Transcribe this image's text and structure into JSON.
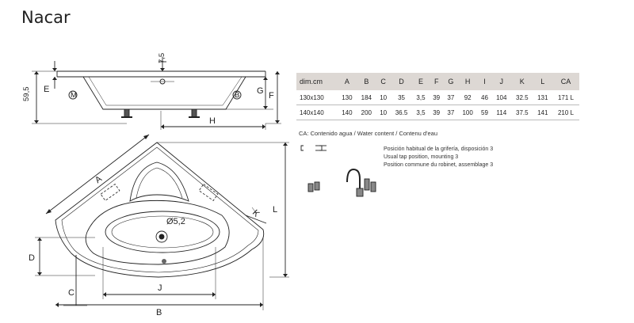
{
  "title": "Nacar",
  "side_view": {
    "dim_7_5": "7,5",
    "dim_59_5": "59,5",
    "label_E": "E",
    "label_G": "G",
    "label_F": "F",
    "label_H": "H",
    "marker_M": "M",
    "marker_B": "B"
  },
  "top_view": {
    "label_A": "A",
    "label_K": "K",
    "label_L": "L",
    "label_D": "D",
    "label_C": "C",
    "label_J": "J",
    "label_B": "B",
    "drain_dia": "Ø5,2"
  },
  "table": {
    "headers": [
      "dim.cm",
      "A",
      "B",
      "C",
      "D",
      "E",
      "F",
      "G",
      "H",
      "I",
      "J",
      "K",
      "L",
      "CA"
    ],
    "rows": [
      [
        "130x130",
        "130",
        "184",
        "10",
        "35",
        "3,5",
        "39",
        "37",
        "92",
        "46",
        "104",
        "32.5",
        "131",
        "171 L"
      ],
      [
        "140x140",
        "140",
        "200",
        "10",
        "36.5",
        "3,5",
        "39",
        "37",
        "100",
        "59",
        "114",
        "37.5",
        "141",
        "210 L"
      ]
    ]
  },
  "note": "CA: Contenido agua / Water content / Contenu d'eau",
  "tap_position": {
    "line1": "Posición habitual de la grifería, disposición 3",
    "line2": "Usual tap position, mounting 3",
    "line3": "Position commune du robinet, assemblage 3"
  }
}
